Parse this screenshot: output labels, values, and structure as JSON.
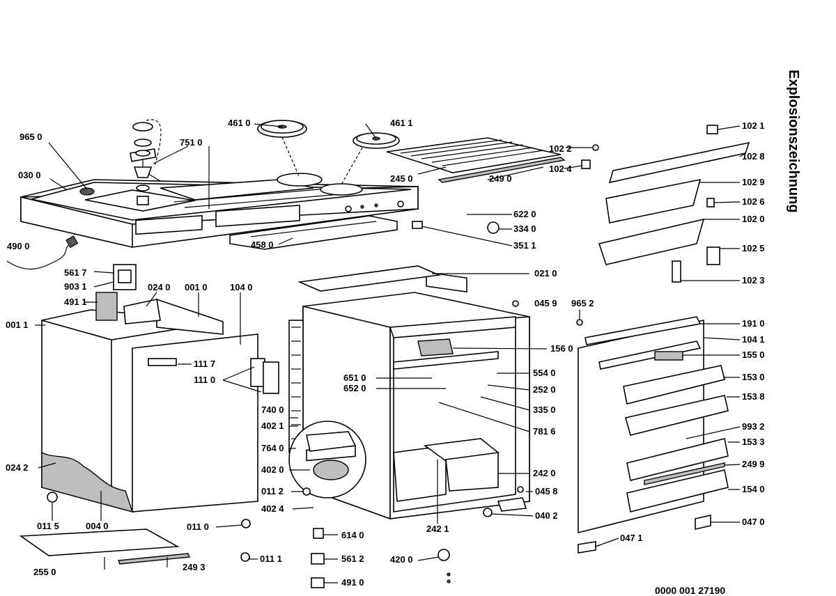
{
  "title": "Explosionszeichnung",
  "document_number": "0000 001 27190",
  "parts": {
    "p9650": "965 0",
    "p0300": "030 0",
    "p7510": "751 0",
    "p4610": "461 0",
    "p4611": "461 1",
    "p1022": "102 2",
    "p1024": "102 4",
    "p2450": "245 0",
    "p2490": "249 0",
    "p6220": "622 0",
    "p3340": "334 0",
    "p3511": "351 1",
    "p4580": "458 0",
    "p4900": "490 0",
    "p5617": "561 7",
    "p9031": "903 1",
    "p0240": "024 0",
    "p0010": "001 0",
    "p1040": "104 0",
    "p4911": "491 1",
    "p0011": "001 1",
    "p1117": "111 7",
    "p1110": "111 0",
    "p0210": "021 0",
    "p0459": "045 9",
    "p9652": "965 2",
    "p1560": "156 0",
    "p5540": "554 0",
    "p6510": "651 0",
    "p6520": "652 0",
    "p2520": "252 0",
    "p3350": "335 0",
    "p7400": "740 0",
    "p4021": "402 1",
    "p7816": "781 6",
    "p7640": "764 0",
    "p4020": "402 0",
    "p0242": "024 2",
    "p2420": "242 0",
    "p0112": "011 2",
    "p0458": "045 8",
    "p4024": "402 4",
    "p0402": "040 2",
    "p0115": "011 5",
    "p0040": "004 0",
    "p0110": "011 0",
    "p2421": "242 1",
    "p6140": "614 0",
    "p2550": "255 0",
    "p2493": "249 3",
    "p0111": "011 1",
    "p5612": "561 2",
    "p4200": "420 0",
    "p4910": "491 0",
    "p1021": "102 1",
    "p1028": "102 8",
    "p1029": "102 9",
    "p1026": "102 6",
    "p1020": "102 0",
    "p1025": "102 5",
    "p1023": "102 3",
    "p1910": "191 0",
    "p1041": "104 1",
    "p1550": "155 0",
    "p1530": "153 0",
    "p1538": "153 8",
    "p9932": "993 2",
    "p1533": "153 3",
    "p2499": "249 9",
    "p1540": "154 0",
    "p0470": "047 0",
    "p0471": "047 1"
  }
}
